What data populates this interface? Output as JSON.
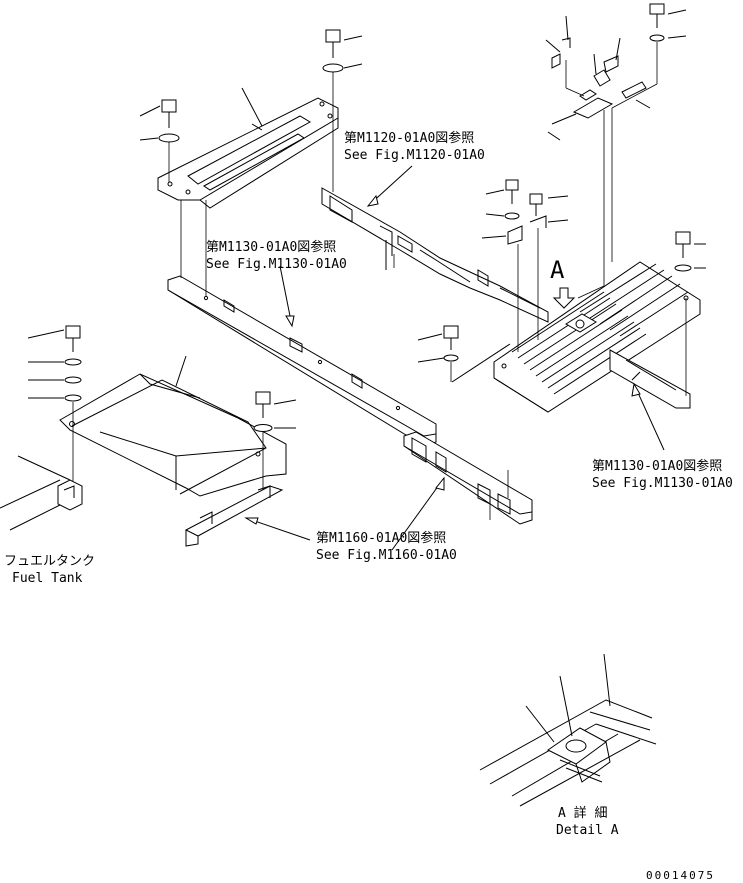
{
  "references": [
    {
      "jp": "第M1120-01A0図参照",
      "en": "See Fig.M1120-01A0"
    },
    {
      "jp": "第M1130-01A0図参照",
      "en": "See Fig.M1130-01A0"
    },
    {
      "jp": "第M1130-01A0図参照",
      "en": "See Fig.M1130-01A0"
    },
    {
      "jp": "第M1160-01A0図参照",
      "en": "See Fig.M1160-01A0"
    }
  ],
  "fuel_tank": {
    "jp": "フュエルタンク",
    "en": "Fuel Tank"
  },
  "view_arrow": "A",
  "detail": {
    "jp": "A 詳 細",
    "en": "Detail A"
  },
  "drawing_number": "00014075"
}
